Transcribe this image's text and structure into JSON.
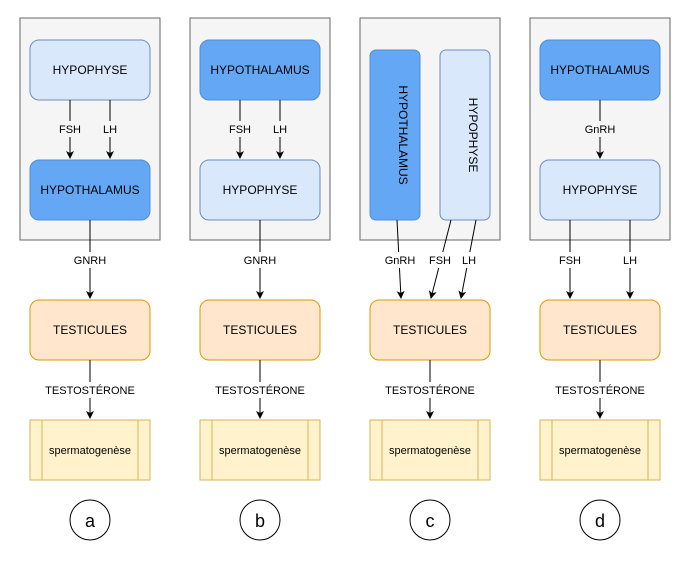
{
  "colors": {
    "panel_fill": "#f5f5f5",
    "panel_stroke": "#666666",
    "dark_blue_fill": "#63a7f5",
    "dark_blue_stroke": "#4f8ed8",
    "light_blue_fill": "#dae8fc",
    "light_blue_stroke": "#6c8ebf",
    "orange_fill": "#ffe6cc",
    "orange_stroke": "#d79b00",
    "yellow_fill": "#fff2cc",
    "yellow_stroke": "#d6b656",
    "arrow": "#000000"
  },
  "diagrams": [
    {
      "id": "a",
      "circle_label": "a",
      "top_box": {
        "label": "HYPOPHYSE",
        "style": "light"
      },
      "top_arrows": [
        "FSH",
        "LH"
      ],
      "middle_box": {
        "label": "HYPOTHALAMUS",
        "style": "dark"
      },
      "out_arrows": [
        "GNRH"
      ],
      "testicules": "TESTICULES",
      "hormone": "TESTOSTÉRONE",
      "process": "spermatogenèse"
    },
    {
      "id": "b",
      "circle_label": "b",
      "top_box": {
        "label": "HYPOTHALAMUS",
        "style": "dark"
      },
      "top_arrows": [
        "FSH",
        "LH"
      ],
      "middle_box": {
        "label": "HYPOPHYSE",
        "style": "light"
      },
      "out_arrows": [
        "GNRH"
      ],
      "testicules": "TESTICULES",
      "hormone": "TESTOSTÉRONE",
      "process": "spermatogenèse"
    },
    {
      "id": "c",
      "circle_label": "c",
      "left_box": {
        "label": "HYPOTHALAMUS",
        "style": "dark"
      },
      "right_box": {
        "label": "HYPOPHYSE",
        "style": "light"
      },
      "out_arrows": [
        "GnRH",
        "FSH",
        "LH"
      ],
      "testicules": "TESTICULES",
      "hormone": "TESTOSTÉRONE",
      "process": "spermatogenèse"
    },
    {
      "id": "d",
      "circle_label": "d",
      "top_box": {
        "label": "HYPOTHALAMUS",
        "style": "dark"
      },
      "top_arrows": [
        "GnRH"
      ],
      "middle_box": {
        "label": "HYPOPHYSE",
        "style": "light"
      },
      "out_arrows": [
        "FSH",
        "LH"
      ],
      "testicules": "TESTICULES",
      "hormone": "TESTOSTÉRONE",
      "process": "spermatogenèse"
    }
  ]
}
